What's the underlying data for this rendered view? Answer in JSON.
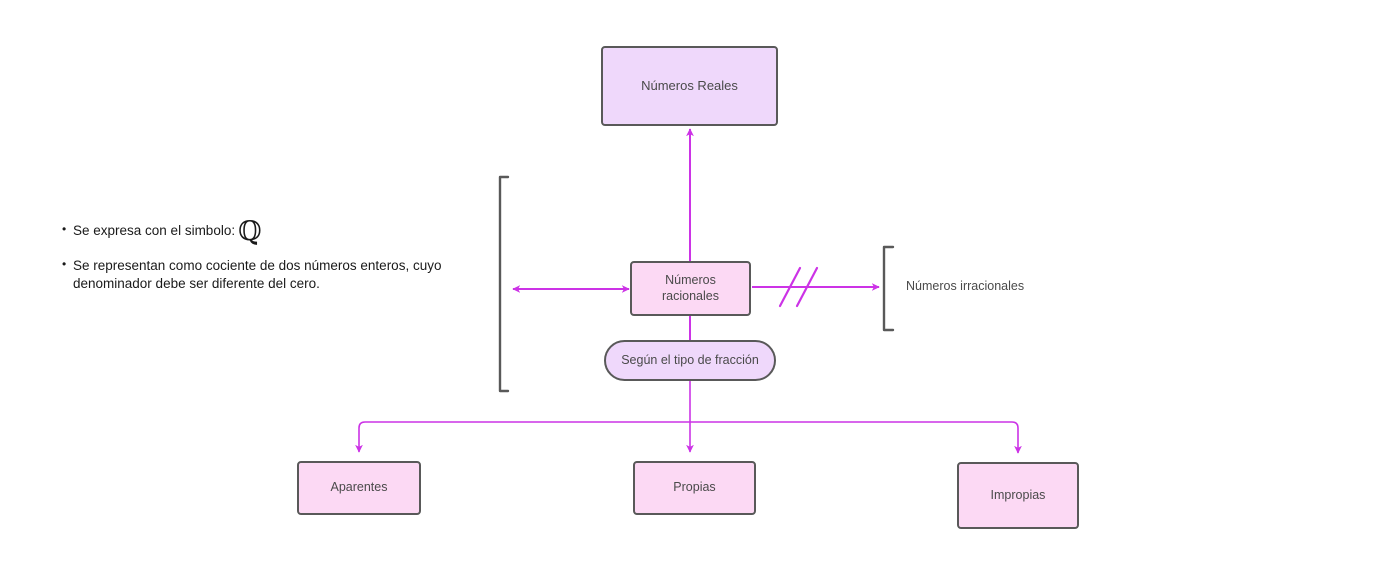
{
  "diagram": {
    "title": "Números Reales - Números racionales",
    "colors": {
      "arrow": "#cc33e6",
      "node_border": "#595959",
      "fill_lavender": "#efd8fb",
      "fill_pink": "#fcd9f4",
      "bracket": "#595959",
      "text": "#4a4a4a",
      "bullet_text": "#1a1a1a"
    },
    "nodes": [
      {
        "id": "reales",
        "label": "Números Reales",
        "shape": "rect",
        "fill": "lavender"
      },
      {
        "id": "racionales",
        "label": "Números\nracionales",
        "line1": "Números",
        "line2": "racionales",
        "shape": "rect",
        "fill": "pink"
      },
      {
        "id": "fraccion",
        "label": "Según el tipo de fracción",
        "shape": "rounded-pill",
        "fill": "lavender"
      },
      {
        "id": "aparentes",
        "label": "Aparentes",
        "shape": "rect",
        "fill": "pink"
      },
      {
        "id": "propias",
        "label": "Propias",
        "shape": "rect",
        "fill": "pink"
      },
      {
        "id": "impropias",
        "label": "Impropias",
        "shape": "rect",
        "fill": "pink"
      }
    ],
    "labels": {
      "irracionales": "Números irracionales"
    },
    "bullets": [
      {
        "text": "Se expresa con el simbolo:",
        "symbol": "ℚ"
      },
      {
        "text": "Se representan como cociente de dos números enteros, cuyo denominador debe ser diferente del cero.",
        "symbol": ""
      }
    ],
    "edges": [
      {
        "from": "racionales",
        "to": "reales",
        "type": "arrow-up"
      },
      {
        "from": "racionales",
        "to": "bracket-left",
        "type": "double-arrow"
      },
      {
        "from": "racionales",
        "to": "irracionales",
        "type": "arrow-right-slashed",
        "marker": "//"
      },
      {
        "from": "racionales",
        "to": "fraccion",
        "type": "line-down"
      },
      {
        "from": "fraccion",
        "to": "aparentes",
        "type": "arrow-down"
      },
      {
        "from": "fraccion",
        "to": "propias",
        "type": "arrow-down"
      },
      {
        "from": "fraccion",
        "to": "impropias",
        "type": "arrow-down"
      }
    ]
  }
}
